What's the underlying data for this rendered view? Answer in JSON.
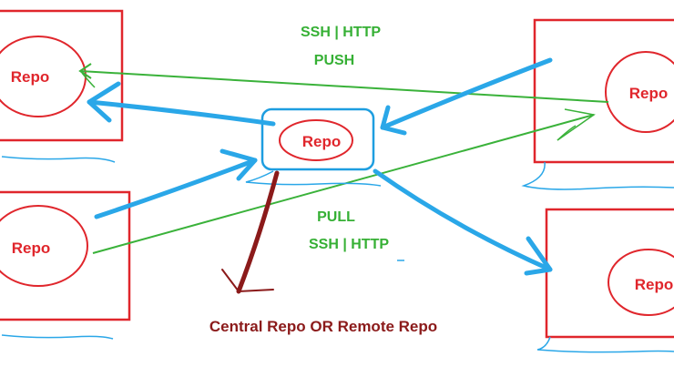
{
  "diagram": {
    "labels": {
      "top_protocol": "SSH | HTTP",
      "push": "PUSH",
      "pull": "PULL",
      "bottom_protocol": "SSH | HTTP",
      "central_caption": "Central Repo OR Remote Repo"
    },
    "nodes": {
      "central": "Repo",
      "top_left": "Repo",
      "bottom_left": "Repo",
      "top_right": "Repo",
      "bottom_right": "Repo"
    },
    "colors": {
      "box_border": "#e0262c",
      "central_box_border": "#1e9ee0",
      "blue_arrow": "#2aa7e8",
      "green_line": "#3ab23a",
      "caption_arrow": "#8b1a1a",
      "label_red": "#e0262c",
      "label_green": "#36b035",
      "caption_color": "#8b1a1a"
    }
  }
}
